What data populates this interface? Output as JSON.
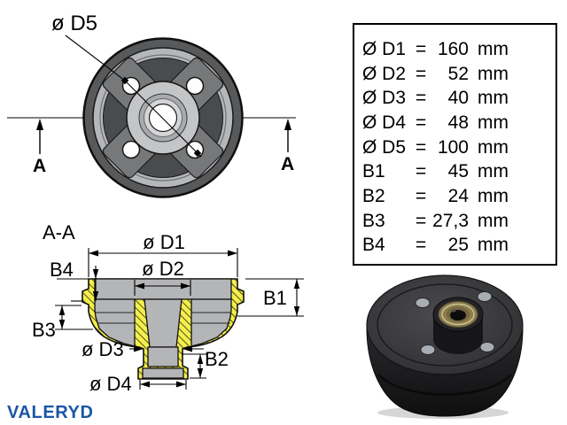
{
  "front_view": {
    "bolt_circle_dim": "ø D5",
    "section_marker_left": "A",
    "section_marker_right": "A"
  },
  "section_view": {
    "title": "A-A",
    "dims": {
      "d1": "ø D1",
      "d2": "ø D2",
      "d3": "ø D3",
      "d4": "ø D4",
      "b1": "B1",
      "b2": "B2",
      "b3": "B3",
      "b4": "B4"
    }
  },
  "dimensions_table": {
    "rows": [
      {
        "label": "Ø D1",
        "eq": "=",
        "value": "160",
        "unit": "mm"
      },
      {
        "label": "Ø D2",
        "eq": "=",
        "value": "52",
        "unit": "mm"
      },
      {
        "label": "Ø D3",
        "eq": "=",
        "value": "40",
        "unit": "mm"
      },
      {
        "label": "Ø D4",
        "eq": "=",
        "value": "48",
        "unit": "mm"
      },
      {
        "label": "Ø D5",
        "eq": "=",
        "value": "100",
        "unit": "mm"
      },
      {
        "label": "B1",
        "eq": "=",
        "value": "45",
        "unit": "mm"
      },
      {
        "label": "B2",
        "eq": "=",
        "value": "24",
        "unit": "mm"
      },
      {
        "label": "B3",
        "eq": "=",
        "value": "27,3",
        "unit": "mm"
      },
      {
        "label": "B4",
        "eq": "=",
        "value": "25",
        "unit": "mm"
      }
    ]
  },
  "branding": {
    "logo": "VALERYD"
  },
  "colors": {
    "logo_blue": "#1a57a3",
    "hatch_yellow": "#f4ef4a",
    "steel_gray": "#b4b5b7",
    "drum_dark": "#4a4b4d",
    "rim_silver": "#b6b7b9",
    "hub_pattern_gray": "#77787a"
  }
}
